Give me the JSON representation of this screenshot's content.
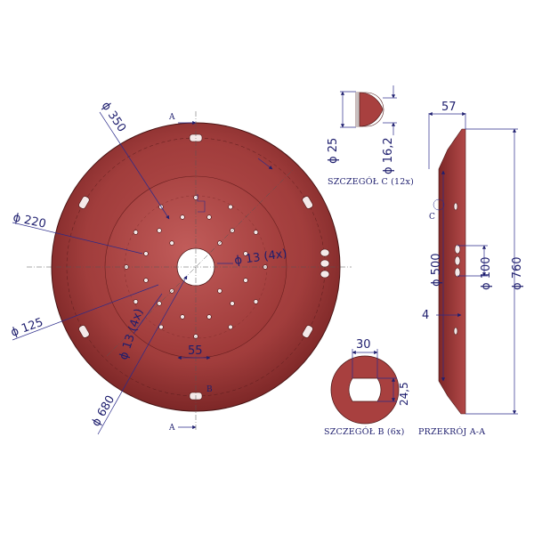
{
  "drawing": {
    "colors": {
      "disc": "#a8403f",
      "disc_dark": "#7a2626",
      "dimension": "#1e1e6e",
      "background": "#ffffff"
    },
    "section_markers": {
      "top": "A",
      "bottom": "A",
      "detail_b": "B",
      "detail_c": "C"
    },
    "dimensions": {
      "d350": "ϕ 350",
      "d220": "ϕ 220",
      "d125": "ϕ 125",
      "d680": "ϕ 680",
      "d13_right": "ϕ 13  (4x)",
      "d13_left": "ϕ 13  (4x)",
      "w55": "55",
      "w57": "57",
      "d500": "ϕ 500",
      "d100": "ϕ 100",
      "d760": "ϕ 760",
      "t4": "4",
      "d25": "ϕ 25",
      "d16_2": "ϕ 16,2",
      "w30": "30",
      "h24_5": "24,5"
    },
    "captions": {
      "detail_c": "SZCZEGÓŁ C (12x)",
      "detail_b": "SZCZEGÓŁ B (6x)",
      "section": "PRZEKRÓJ A-A"
    }
  }
}
